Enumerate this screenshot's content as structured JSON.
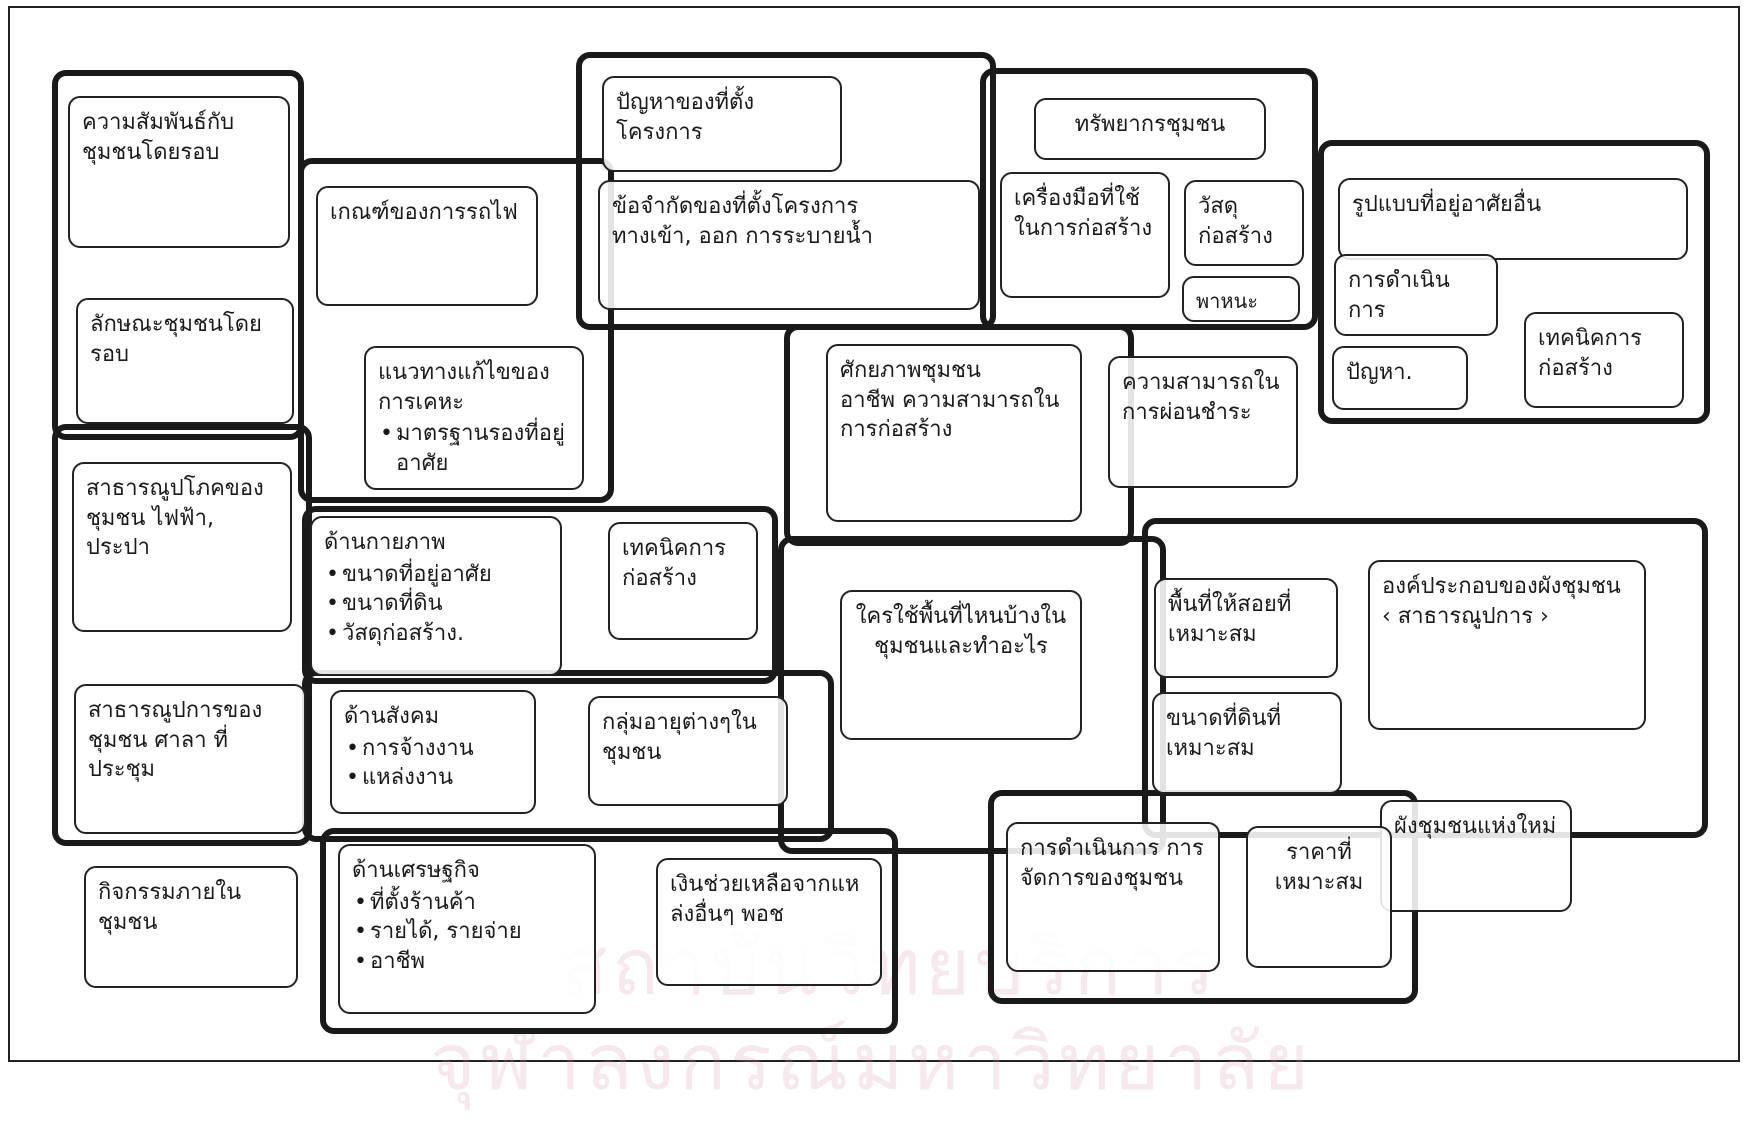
{
  "watermark": {
    "line1": "สถาบันวิทยบริการ",
    "line2": "จุฬาลงกรณ์มหาวิทยาลัย"
  },
  "boxes": {
    "relation_surrounding": "ความสัมพันธ์กับชุมชนโดยรอบ",
    "railway_criteria": "เกณฑ์ของการรถไฟ",
    "site_problems": "ปัญหาของที่ตั้งโครงการ",
    "site_constraints": {
      "title": "ข้อจำกัดของที่ตั้งโครงการ",
      "detail": "ทางเข้า, ออก การระบายน้ำ"
    },
    "community_resources": "ทรัพยากรชุมชน",
    "construction_tools": "เครื่องมือที่ใช้ในการก่อสร้าง",
    "materials": "วัสดุก่อสร้าง",
    "vehicles": "พาหนะ",
    "other_housing_models": "รูปแบบที่อยู่อาศัยอื่น",
    "operation": "การดำเนินการ",
    "problems": "ปัญหา.",
    "construction_tech": "เทคนิคการก่อสร้าง",
    "surrounding_character": "ลักษณะชุมชนโดยรอบ",
    "solution_guideline": {
      "title": "แนวทางแก้ไขของการเคหะ",
      "items": [
        "มาตรฐานรองที่อยู่อาศัย"
      ]
    },
    "community_potential": {
      "title": "ศักยภาพชุมชน",
      "detail": "อาชีพ ความสามารถในการก่อสร้าง"
    },
    "payment_ability": "ความสามารถในการผ่อนชำระ",
    "public_utilities_power": "สาธารณูปโภคของชุมชน ไฟฟ้า, ประปา",
    "physical_aspect": {
      "title": "ด้านกายภาพ",
      "items": [
        "ขนาดที่อยู่อาศัย",
        "ขนาดที่ดิน",
        "วัสดุก่อสร้าง."
      ]
    },
    "construction_tech_mid": "เทคนิคการก่อสร้าง",
    "who_uses_space": "ใครใช้พื้นที่ไหนบ้างในชุมชนและทำอะไร",
    "suitable_relocation_area": "พื้นที่ให้สอยที่เหมาะสม",
    "plan_components": "องค์ประกอบของผังชุมชน ‹ สาธารณูปการ ›",
    "suitable_land_size": "ขนาดที่ดินที่เหมาะสม",
    "public_facilities": "สาธารณูปการของชุมชน ศาลา ที่ประชุม",
    "social_aspect": {
      "title": "ด้านสังคม",
      "items": [
        "การจ้างงาน",
        "แหล่งงาน"
      ]
    },
    "groups_in_community": "กลุ่มอายุต่างๆในชุมชน",
    "new_community_plan": "ผังชุมชนแห่งใหม่",
    "activities_in_community": "กิจกรรมภายในชุมชน",
    "economic_aspect": {
      "title": "ด้านเศรษฐกิจ",
      "items": [
        "ที่ตั้งร้านค้า",
        "รายได้, รายจ่าย",
        "อาชีพ"
      ]
    },
    "funding_other_sources": "เงินช่วยเหลือจากแหล่งอื่นๆ พอช",
    "community_management": "การดำเนินการ การจัดการของชุมชน",
    "suitable_price": "ราคาที่เหมาะสม"
  }
}
